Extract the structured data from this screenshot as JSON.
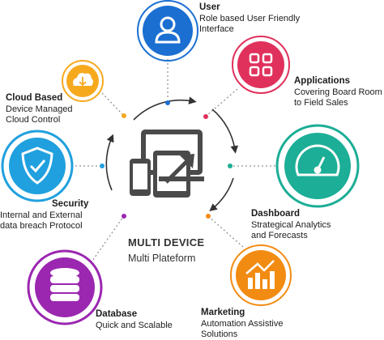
{
  "center": {
    "title": "MULTI DEVICE",
    "subtitle": "Multi Plateform"
  },
  "nodes": [
    {
      "key": "user",
      "title": "User",
      "desc": [
        "Role based User Friendly",
        "Interface"
      ],
      "color": "#1b6fd1",
      "icon": "user-icon"
    },
    {
      "key": "applications",
      "title": "Applications",
      "desc": [
        "Covering Board Room",
        "to Field Sales"
      ],
      "color": "#e0315c",
      "icon": "apps-grid-icon"
    },
    {
      "key": "dashboard",
      "title": "Dashboard",
      "desc": [
        "Strategical Analytics",
        "and Forecasts"
      ],
      "color": "#1cae96",
      "icon": "gauge-icon"
    },
    {
      "key": "marketing",
      "title": "Marketing",
      "desc": [
        "Automation Assistive",
        "Solutions"
      ],
      "color": "#f28b12",
      "icon": "chart-icon"
    },
    {
      "key": "database",
      "title": "Database",
      "desc": [
        "Quick and Scalable"
      ],
      "color": "#9b27b0",
      "icon": "database-icon"
    },
    {
      "key": "security",
      "title": "Security",
      "desc": [
        "Internal and External",
        "data breach Protocol"
      ],
      "color": "#20a0de",
      "icon": "shield-icon"
    },
    {
      "key": "cloud",
      "title": "Cloud Based",
      "desc": [
        "Device Managed",
        "Cloud Control"
      ],
      "color": "#f7a91e",
      "icon": "cloud-download-icon"
    }
  ]
}
